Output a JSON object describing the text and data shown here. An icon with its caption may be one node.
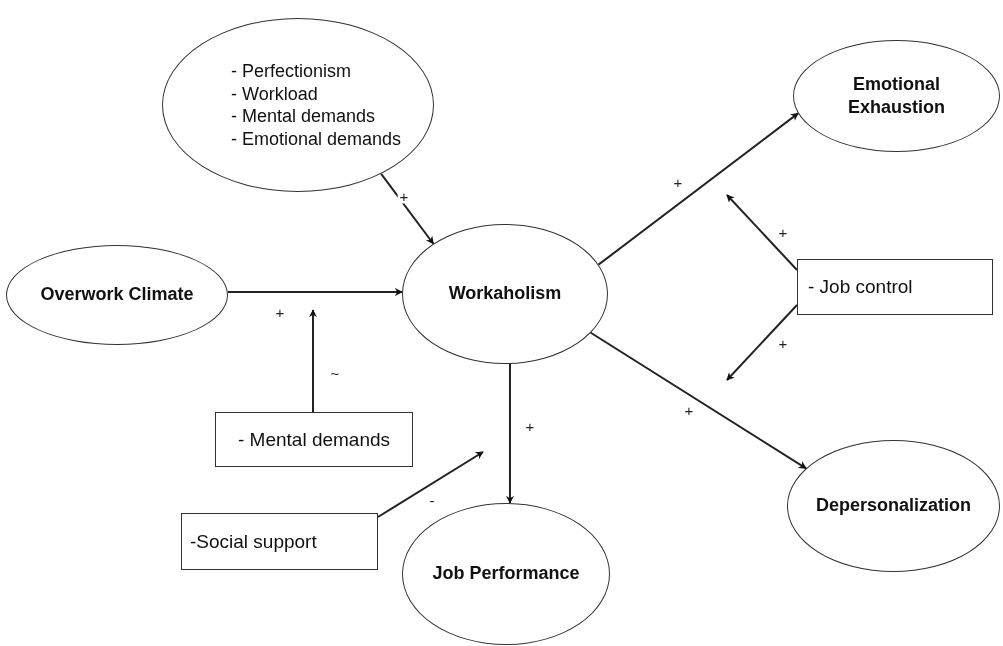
{
  "diagram": {
    "nodes": [
      {
        "text": [
          "- Perfectionism",
          "- Workload",
          "- Mental demands",
          "- Emotional demands"
        ]
      },
      {
        "text": [
          "Overwork Climate"
        ]
      },
      {
        "text": [
          "Workaholism"
        ]
      },
      {
        "text": [
          "Emotional Exhaustion"
        ]
      },
      {
        "text": [
          "- Job control"
        ]
      },
      {
        "text": [
          "- Mental demands"
        ]
      },
      {
        "text": [
          "-Social support"
        ]
      },
      {
        "text": [
          "Job Performance"
        ]
      },
      {
        "text": [
          "Depersonalization"
        ]
      }
    ],
    "edges": [
      {
        "from": 0,
        "to": 2,
        "arrow": "to",
        "label": "+"
      },
      {
        "from": 1,
        "to": 2,
        "arrow": "to",
        "label": "+"
      },
      {
        "from": 2,
        "to": 3,
        "arrow": "to",
        "label": "+"
      },
      {
        "from": 2,
        "to": 8,
        "arrow": "to",
        "label": "+"
      },
      {
        "from": 2,
        "to": 7,
        "arrow": "to",
        "label": "+"
      },
      {
        "from": 4,
        "to": null,
        "arrow": "to",
        "label": "+"
      },
      {
        "from": 4,
        "to": null,
        "arrow": "to",
        "label": "+"
      },
      {
        "from": 5,
        "to": null,
        "arrow": "to",
        "label": "~"
      },
      {
        "from": 6,
        "to": null,
        "arrow": "to",
        "label": "-"
      }
    ]
  }
}
